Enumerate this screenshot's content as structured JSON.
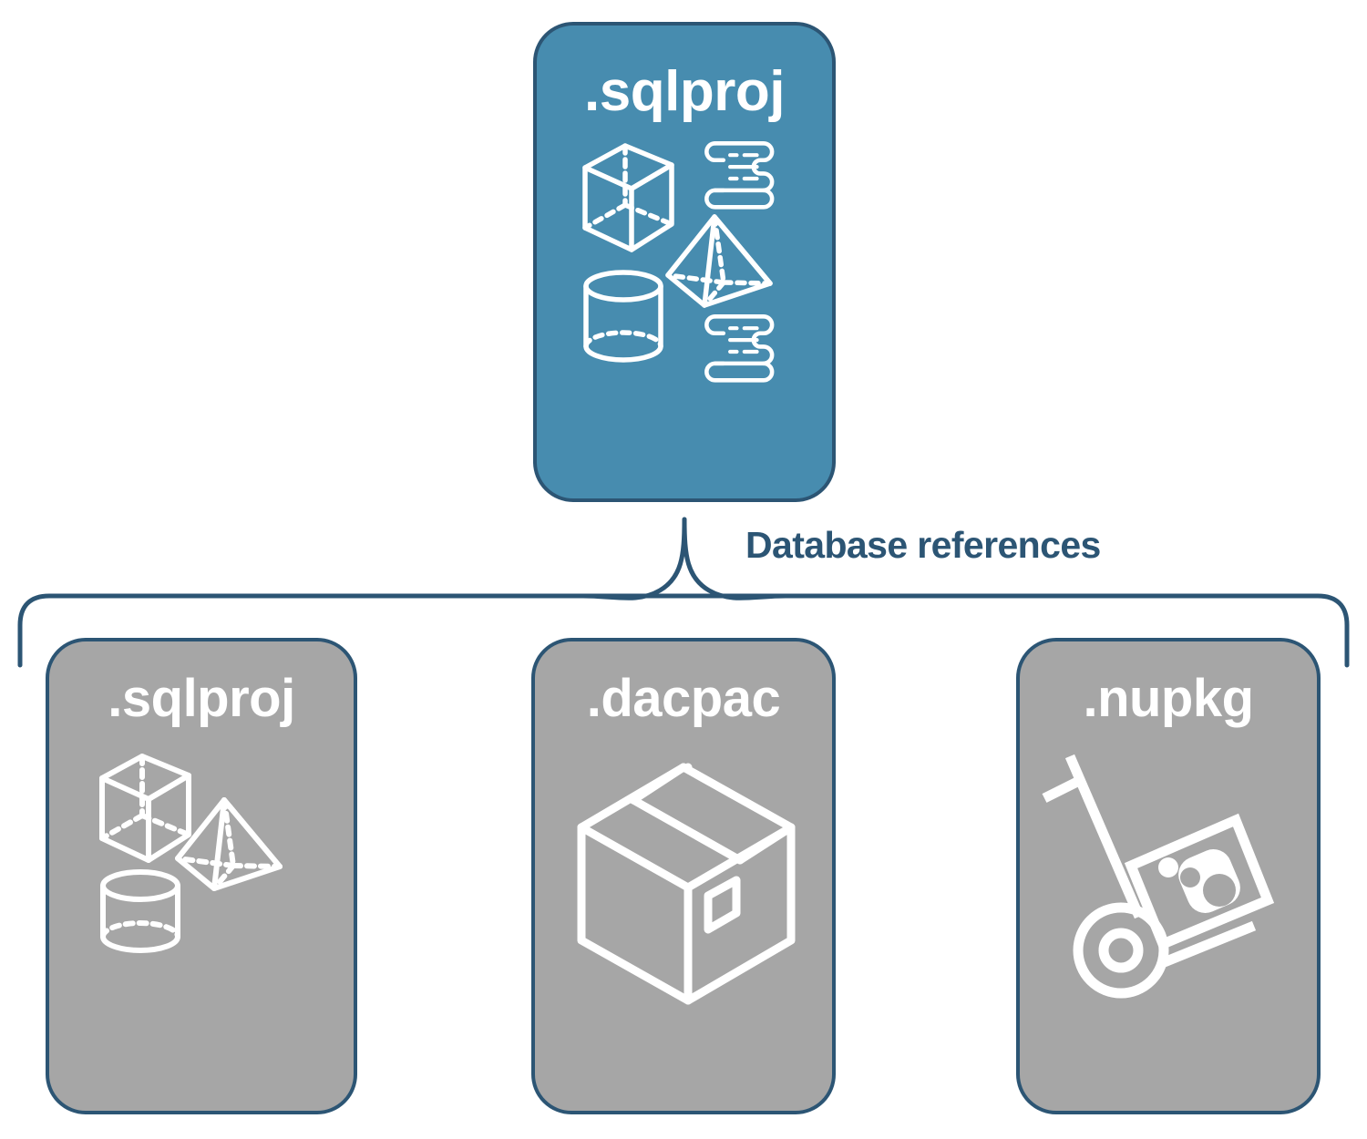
{
  "diagram": {
    "title": "Database references",
    "colors": {
      "accent_fill": "#478CAF",
      "neutral_fill": "#A6A6A6",
      "outline": "#2C5574",
      "icon_stroke": "#FFFFFF",
      "background": "#FFFFFF"
    },
    "root": {
      "label": ".sqlproj",
      "fill": "accent",
      "icons": [
        "cube-wireframe-icon",
        "pyramid-wireframe-icon",
        "cylinder-wireframe-icon",
        "scroll-script-icon",
        "scroll-script-icon"
      ]
    },
    "connector": {
      "type": "curly-brace",
      "label": "Database references"
    },
    "references": [
      {
        "label": ".sqlproj",
        "fill": "neutral",
        "icons": [
          "cube-wireframe-icon",
          "pyramid-wireframe-icon",
          "cylinder-wireframe-icon"
        ]
      },
      {
        "label": ".dacpac",
        "fill": "neutral",
        "icons": [
          "package-box-icon"
        ]
      },
      {
        "label": ".nupkg",
        "fill": "neutral",
        "icons": [
          "nuget-hand-truck-icon"
        ]
      }
    ]
  }
}
